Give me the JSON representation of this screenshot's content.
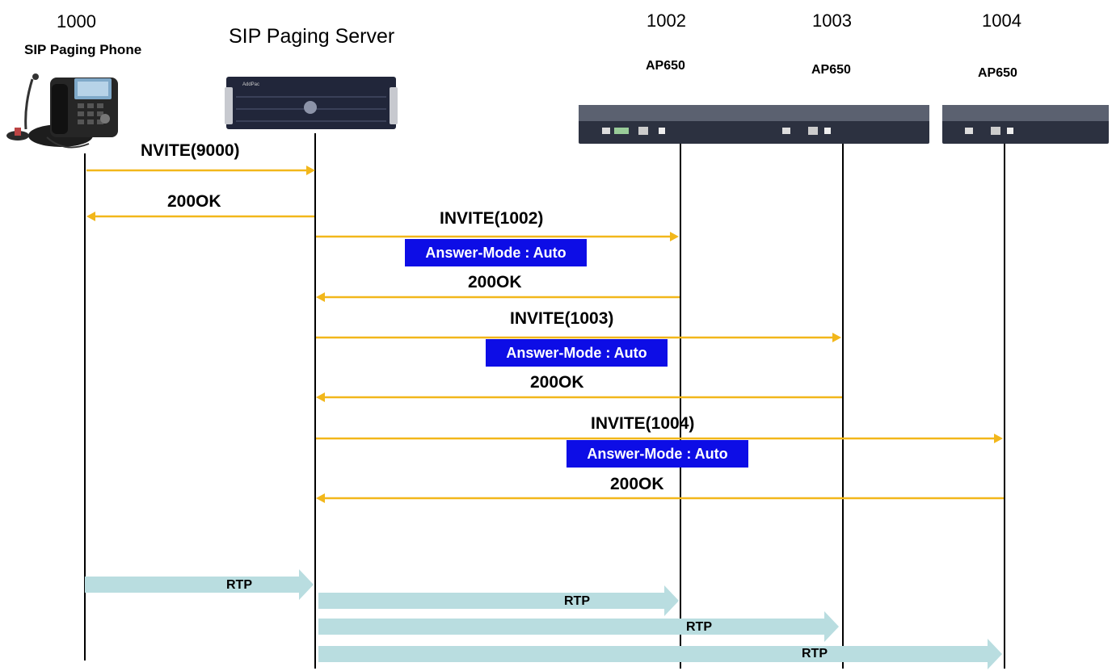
{
  "colors": {
    "message_arrow": "#f2b71b",
    "badge_bg": "#0d0de6",
    "rtp_arrow": "#b9dde0",
    "lifeline": "#000000"
  },
  "participants": {
    "phone": {
      "ext": "1000",
      "label": "SIP  Paging Phone"
    },
    "server": {
      "label": "SIP Paging Server"
    },
    "ap1002": {
      "ext": "1002",
      "model": "AP650"
    },
    "ap1003": {
      "ext": "1003",
      "model": "AP650"
    },
    "ap1004": {
      "ext": "1004",
      "model": "AP650"
    }
  },
  "messages": {
    "invite_9000": "NVITE(9000)",
    "ok_1": "200OK",
    "invite_1002": "INVITE(1002)",
    "ok_1002": "200OK",
    "invite_1003": "INVITE(1003)",
    "ok_1003": "200OK",
    "invite_1004": "INVITE(1004)",
    "ok_1004": "200OK"
  },
  "badges": {
    "b1002": "Answer-Mode : Auto",
    "b1003": "Answer-Mode : Auto",
    "b1004": "Answer-Mode : Auto"
  },
  "rtp": {
    "r1": "RTP",
    "r2": "RTP",
    "r3": "RTP",
    "r4": "RTP"
  },
  "device_brand": "AddPac"
}
